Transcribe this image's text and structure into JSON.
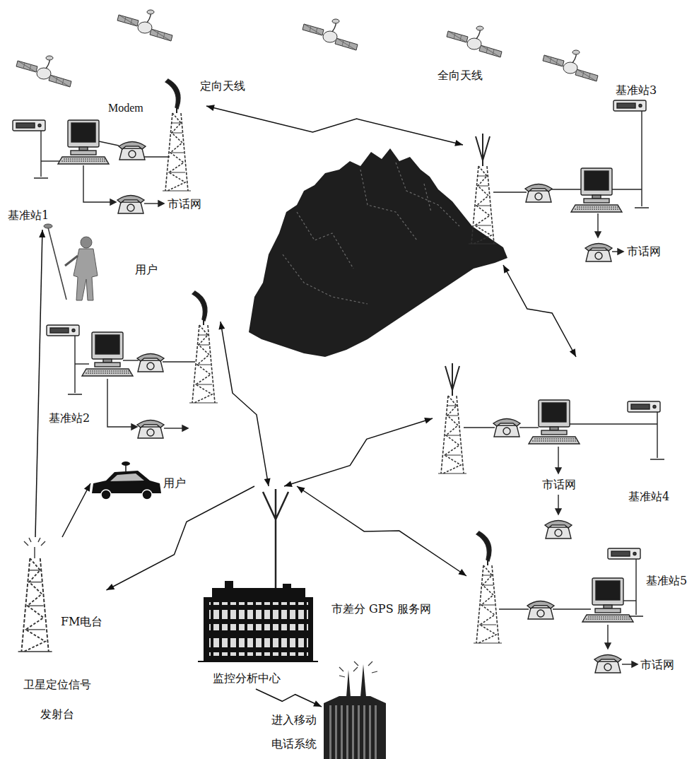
{
  "diagram": {
    "nodes": [
      {
        "text": [
          "基准站1"
        ]
      },
      {
        "text": [
          "基准站3"
        ]
      },
      {
        "text": [
          "用户"
        ]
      },
      {
        "text": [
          "基准站2"
        ]
      },
      {
        "text": [
          "基准站4"
        ]
      },
      {
        "text": [
          "用户"
        ]
      },
      {
        "text": [
          "监控分析中心"
        ]
      },
      {
        "text": [
          "FM电台",
          "卫星定位信号 发射台"
        ]
      },
      {
        "text": [
          "基准站5"
        ]
      },
      {
        "text": [
          "进入移动 电话系统"
        ]
      }
    ],
    "edges": [
      {
        "from": 0,
        "to": 1,
        "arrow": "both"
      },
      {
        "from": 1,
        "to": 4,
        "arrow": "both"
      },
      {
        "from": 3,
        "to": 6,
        "arrow": "both"
      },
      {
        "from": 6,
        "to": 4,
        "arrow": "both"
      },
      {
        "from": 6,
        "to": 8,
        "arrow": "both"
      },
      {
        "from": 6,
        "to": 7,
        "arrow": "to"
      },
      {
        "from": 6,
        "to": 9,
        "arrow": "to"
      },
      {
        "from": 7,
        "to": 2,
        "arrow": "to"
      },
      {
        "from": 7,
        "to": 5,
        "arrow": "to"
      }
    ],
    "labels": [
      "定向天线",
      "Modem",
      "市话网",
      "全向天线",
      "市话网",
      "市话网",
      "市差分 GPS 服务网",
      "市话网"
    ]
  }
}
